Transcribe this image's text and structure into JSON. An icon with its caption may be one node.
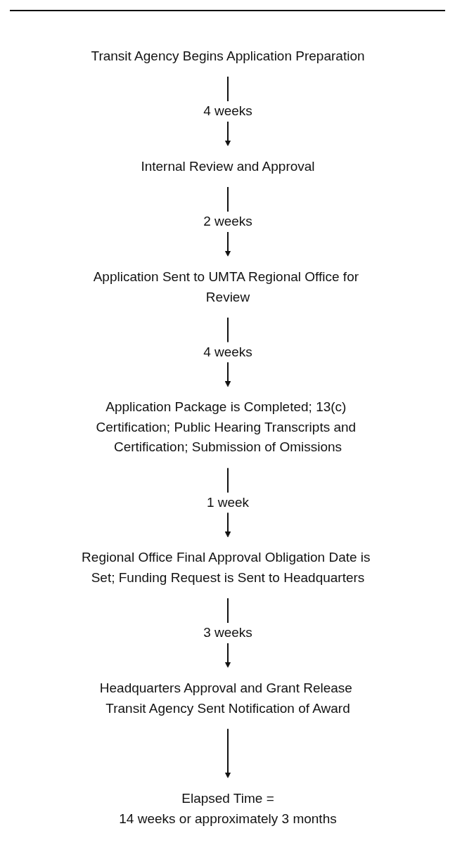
{
  "diagram": {
    "nodes": [
      {
        "text": [
          "Transit Agency Begins Application Preparation"
        ]
      },
      {
        "text": [
          "Internal Review and Approval"
        ]
      },
      {
        "text": [
          "Application Sent to UMTA Regional Office for Review"
        ]
      },
      {
        "text": [
          "Application Package is Completed; 13(c) Certification; Public Hearing Transcripts and Certification; Submission of Omissions"
        ]
      },
      {
        "text": [
          "Regional Office Final Approval Obligation Date is Set; Funding Request is Sent to Headquarters"
        ]
      },
      {
        "text": [
          "Headquarters Approval and Grant Release Transit Agency Sent Notification of Award"
        ]
      },
      {
        "text": [
          "Elapsed Time =",
          "14 weeks or approximately 3 months"
        ]
      }
    ],
    "edges": [
      {
        "from": 0,
        "to": 1,
        "arrow": "to",
        "label": "4 weeks"
      },
      {
        "from": 1,
        "to": 2,
        "arrow": "to",
        "label": "2 weeks"
      },
      {
        "from": 2,
        "to": 3,
        "arrow": "to",
        "label": "4 weeks"
      },
      {
        "from": 3,
        "to": 4,
        "arrow": "to",
        "label": "1 week"
      },
      {
        "from": 4,
        "to": 5,
        "arrow": "to",
        "label": "3 weeks"
      },
      {
        "from": 5,
        "to": 6,
        "arrow": "to"
      }
    ]
  }
}
